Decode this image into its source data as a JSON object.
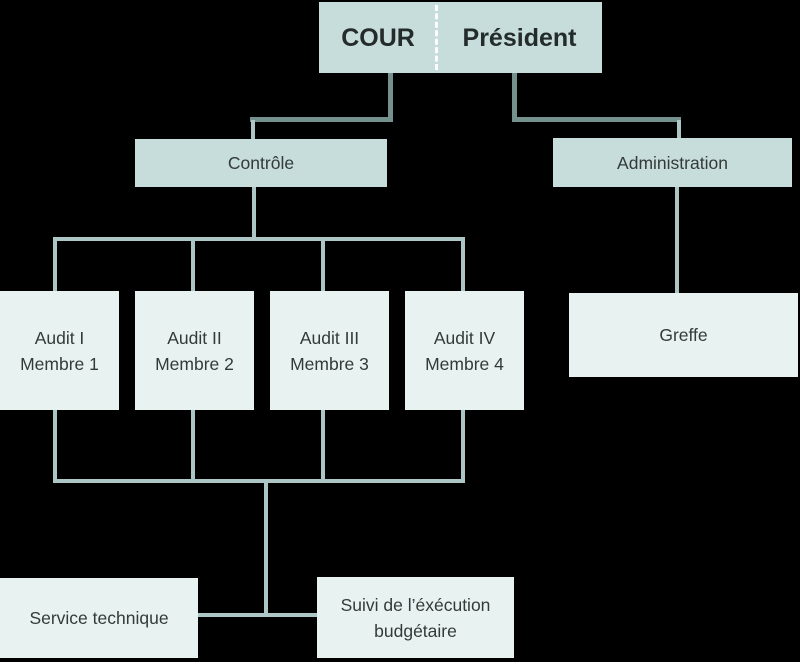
{
  "diagram": {
    "type": "organizational-chart",
    "background_color": "#000000",
    "colors": {
      "root_box_fill": "#c7dddb",
      "mid_box_fill": "#c7dddb",
      "leaf_box_fill": "#e8f3f1",
      "dark_connector": "#74918e",
      "light_connector": "#abc6c4",
      "text": "#333a3a",
      "root_divider": "#fcfefd"
    },
    "nodes": {
      "root": {
        "left_label": "COUR",
        "right_label": "Président"
      },
      "controle": {
        "label": "Contrôle"
      },
      "administration": {
        "label": "Administration"
      },
      "audits": [
        {
          "line1": "Audit I",
          "line2": "Membre 1"
        },
        {
          "line1": "Audit II",
          "line2": "Membre 2"
        },
        {
          "line1": "Audit III",
          "line2": "Membre 3"
        },
        {
          "line1": "Audit IV",
          "line2": "Membre 4"
        }
      ],
      "greffe": {
        "label": "Greffe"
      },
      "service_technique": {
        "label": "Service technique"
      },
      "suivi_execution": {
        "line1": "Suivi de l’éxécution",
        "line2": "budgétaire"
      }
    },
    "edges": [
      "COUR → Contrôle",
      "Président → Administration",
      "Contrôle → Audit I / Audit II / Audit III / Audit IV",
      "Administration → Greffe",
      "Audits → Service technique + Suivi de l’éxécution budgétaire"
    ]
  }
}
